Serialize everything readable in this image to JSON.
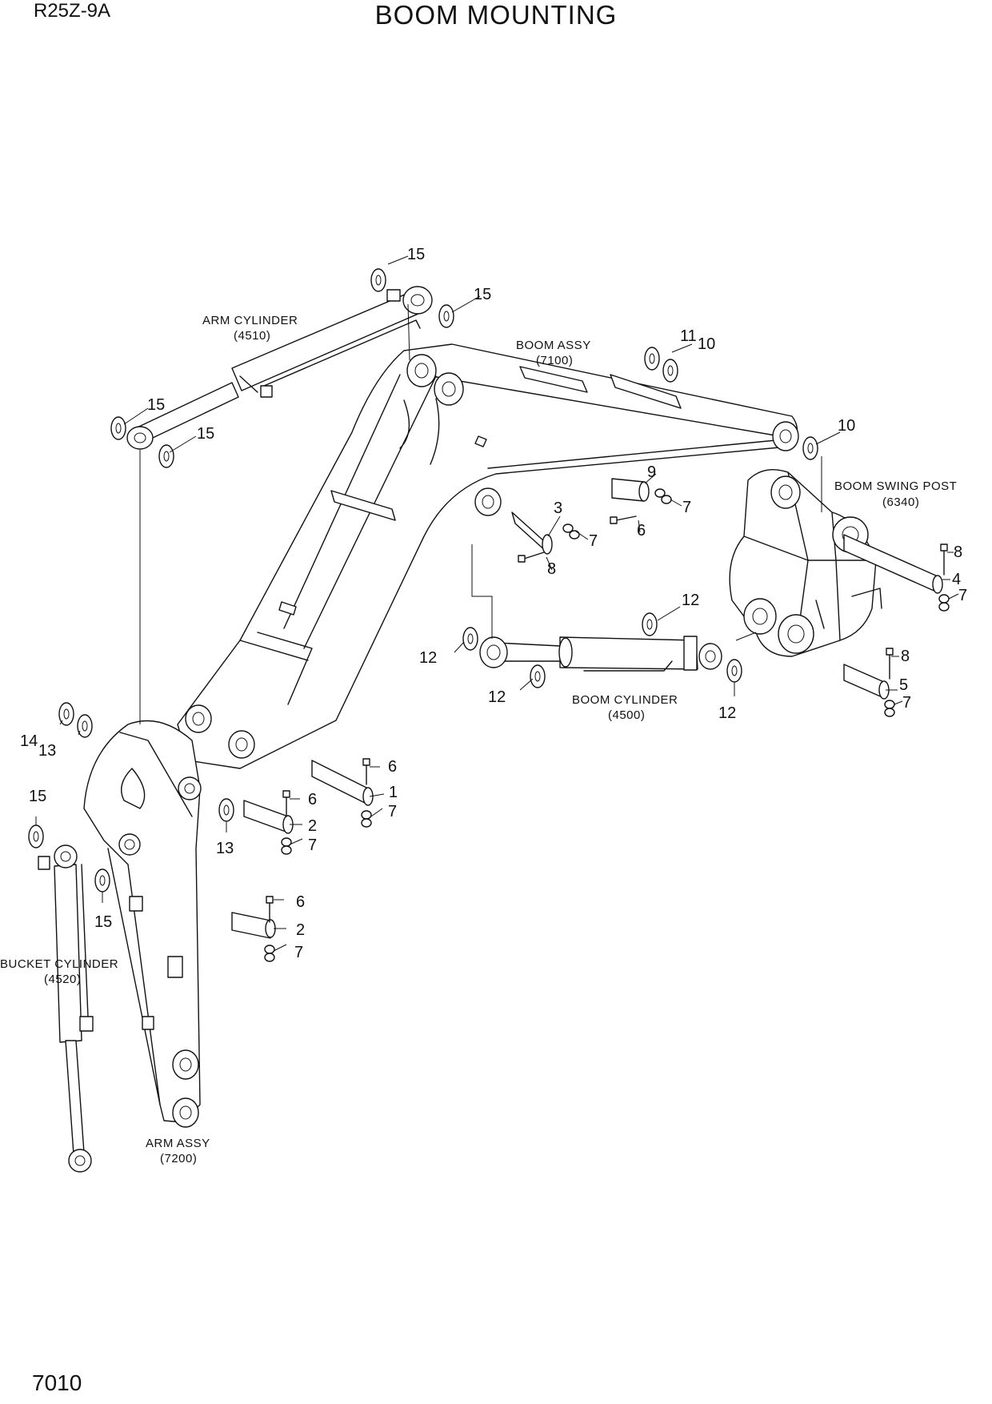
{
  "header": {
    "model": "R25Z-9A",
    "title": "BOOM MOUNTING"
  },
  "footer": {
    "page_number": "7010"
  },
  "assemblies": [
    {
      "name": "ARM CYLINDER",
      "code": "(4510)"
    },
    {
      "name": "BOOM ASSY",
      "code": "(7100)"
    },
    {
      "name": "BOOM SWING POST",
      "code": "(6340)"
    },
    {
      "name": "BOOM CYLINDER",
      "code": "(4500)"
    },
    {
      "name": "BUCKET CYLINDER",
      "code": "(4520)"
    },
    {
      "name": "ARM ASSY",
      "code": "(7200)"
    }
  ],
  "callouts": [
    "15",
    "15",
    "15",
    "15",
    "11",
    "10",
    "10",
    "9",
    "7",
    "3",
    "7",
    "6",
    "8",
    "8",
    "4",
    "7",
    "12",
    "12",
    "12",
    "12",
    "8",
    "5",
    "7",
    "6",
    "1",
    "7",
    "6",
    "2",
    "7",
    "14",
    "13",
    "13",
    "15",
    "15",
    "6",
    "2",
    "7"
  ]
}
